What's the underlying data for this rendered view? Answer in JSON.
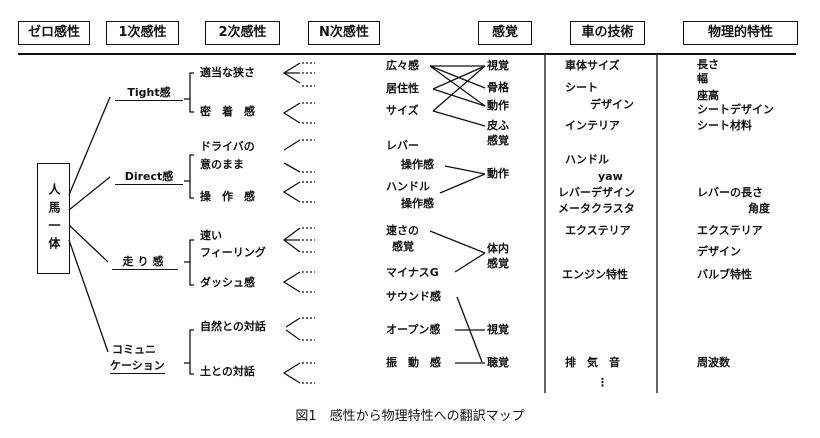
{
  "headers": {
    "zero": "ゼロ感性",
    "first": "1次感性",
    "second": "2次感性",
    "nth": "N次感性",
    "sense": "感覚",
    "tech": "車の技術",
    "physical": "物理的特性"
  },
  "root": "人馬一体",
  "first_order": {
    "tight": "Tight感",
    "direct": "Direct感",
    "running": "走り感",
    "comm1": "コミュニ",
    "comm2": "ケーション"
  },
  "second_order": {
    "a": "適当な狭さ",
    "b": "密　着　感",
    "c1": "ドライバの",
    "c2": "意のまま",
    "d": "操　作　感",
    "e1": "速い",
    "e2": "フィーリング",
    "f": "ダッシュ感",
    "g": "自然との対話",
    "h": "土との対話"
  },
  "nth_order": {
    "a": "広々感",
    "b": "居住性",
    "c": "サイズ",
    "d1": "レバー",
    "d2": "操作感",
    "e1": "ハンドル",
    "e2": "操作感",
    "f1": "速さの",
    "f2": "感覚",
    "g": "マイナスG",
    "h": "サウンド感",
    "i": "オープン感",
    "j": "振　動　感"
  },
  "senses": {
    "a": "視覚",
    "b": "骨格",
    "c": "動作",
    "d1": "皮ふ",
    "d2": "感覚",
    "e": "動作",
    "f1": "体内",
    "f2": "感覚",
    "g": "視覚",
    "h": "聴覚"
  },
  "tech": {
    "a": "車体サイズ",
    "b1": "シート",
    "b2": "デザイン",
    "c": "インテリア",
    "d1": "ハンドル",
    "d2": "yaw",
    "e": "レバーデザイン",
    "f": "メータクラスタ",
    "g": "エクステリア",
    "h": "エンジン特性",
    "i": "排　気　音",
    "j": "⋮"
  },
  "physical": {
    "a": "長さ",
    "b": "幅",
    "c": "座高",
    "d": "シートデザイン",
    "e": "シート材料",
    "f1": "レバーの長さ",
    "f2": "角度",
    "g1": "エクステリア",
    "g2": "デザイン",
    "h": "バルブ特性",
    "i": "周波数"
  },
  "caption": "図1　感性から物理特性への翻訳マップ"
}
